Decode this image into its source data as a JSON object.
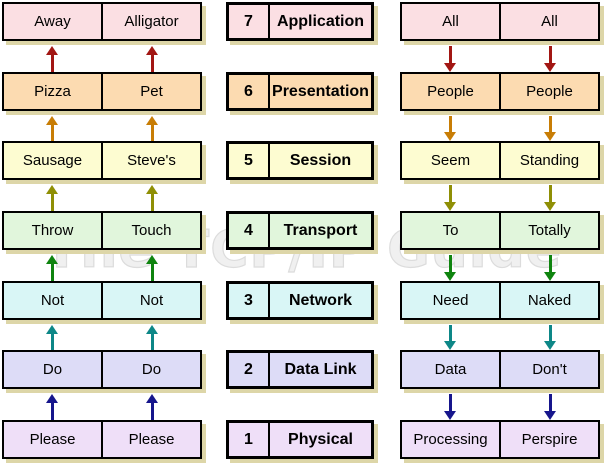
{
  "watermark": "The TCP/IP Guide",
  "middle": {
    "rows": [
      {
        "number": "7",
        "name": "Application"
      },
      {
        "number": "6",
        "name": "Presentation"
      },
      {
        "number": "5",
        "name": "Session"
      },
      {
        "number": "4",
        "name": "Transport"
      },
      {
        "number": "3",
        "name": "Network"
      },
      {
        "number": "2",
        "name": "Data Link"
      },
      {
        "number": "1",
        "name": "Physical"
      }
    ]
  },
  "left": {
    "direction": "up",
    "mnemonics": [
      "Please Do Not Throw Sausage Pizza Away",
      "Please Do Not Touch Steve's Pet Alligator"
    ],
    "rows": [
      [
        "Away",
        "Alligator"
      ],
      [
        "Pizza",
        "Pet"
      ],
      [
        "Sausage",
        "Steve's"
      ],
      [
        "Throw",
        "Touch"
      ],
      [
        "Not",
        "Not"
      ],
      [
        "Do",
        "Do"
      ],
      [
        "Please",
        "Please"
      ]
    ]
  },
  "right": {
    "direction": "down",
    "mnemonics": [
      "All People Seem To Need Data Processing",
      "All People Standing Totally Naked Don't Perspire"
    ],
    "rows": [
      [
        "All",
        "All"
      ],
      [
        "People",
        "People"
      ],
      [
        "Seem",
        "Standing"
      ],
      [
        "To",
        "Totally"
      ],
      [
        "Need",
        "Naked"
      ],
      [
        "Data",
        "Don't"
      ],
      [
        "Processing",
        "Perspire"
      ]
    ]
  },
  "colors": {
    "row_fills": [
      "#fbdfe3",
      "#fcdbb1",
      "#fdfcd1",
      "#e1f6dc",
      "#d9f6f6",
      "#dddcf7",
      "#efdff8"
    ],
    "arrow_colors": [
      "#a21613",
      "#c87d05",
      "#8f8f05",
      "#0f840f",
      "#0d8787",
      "#16158c"
    ],
    "shadow": "#ddd6a8",
    "border": "#000000",
    "watermark_fill": "#f0f0f0",
    "background": "#ffffff"
  }
}
